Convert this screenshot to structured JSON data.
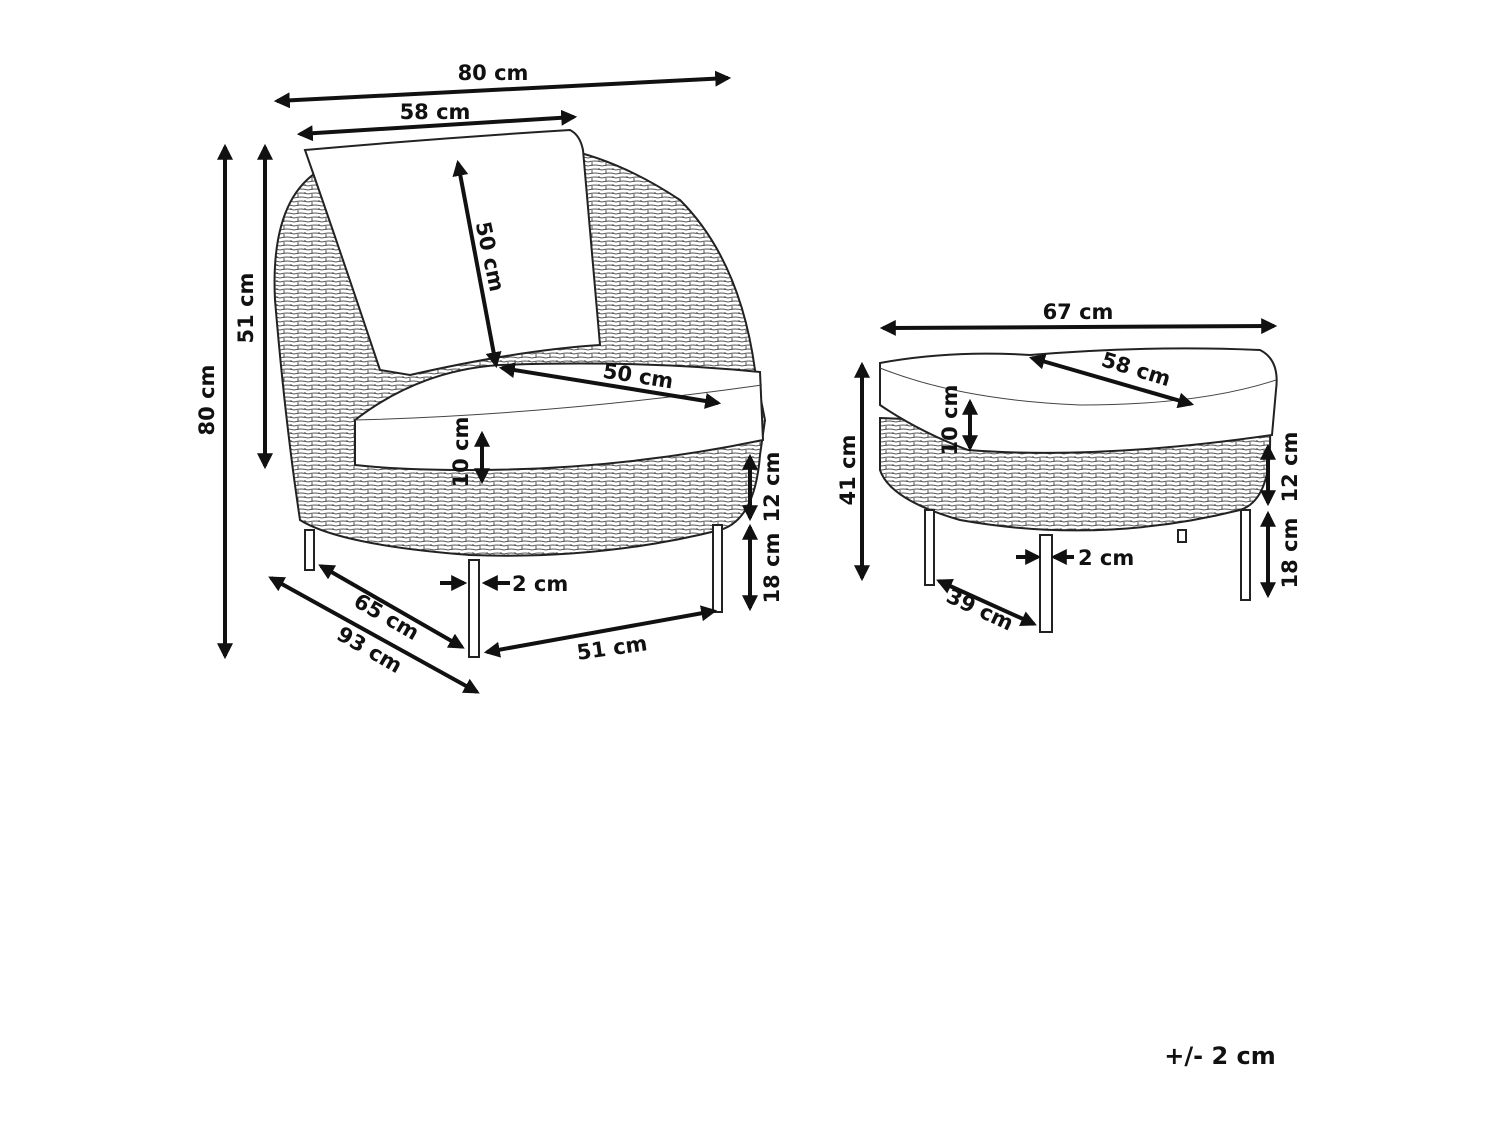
{
  "armchair": {
    "labels": {
      "overall_width": "80 cm",
      "cushion_width": "58 cm",
      "overall_height": "80 cm",
      "back_height": "51 cm",
      "back_cushion_height": "50 cm",
      "seat_depth": "50 cm",
      "seat_cushion_thickness": "10 cm",
      "base_height": "12 cm",
      "leg_height": "18 cm",
      "leg_diameter": "2 cm",
      "leg_depth": "65 cm",
      "overall_depth": "93 cm",
      "leg_spacing": "51 cm"
    }
  },
  "ottoman": {
    "labels": {
      "overall_width": "67 cm",
      "cushion_depth": "58 cm",
      "overall_height": "41 cm",
      "cushion_thickness": "10 cm",
      "base_height": "12 cm",
      "leg_height": "18 cm",
      "leg_diameter": "2 cm",
      "leg_spacing": "39 cm"
    }
  },
  "tolerance": "+/- 2 cm"
}
